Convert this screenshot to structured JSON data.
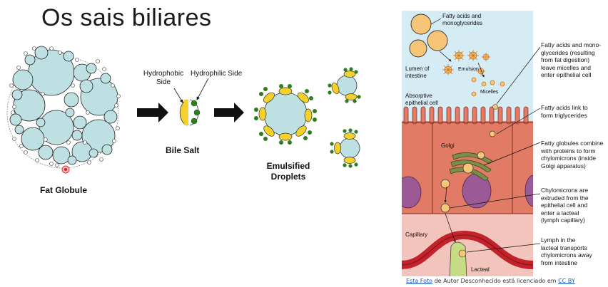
{
  "title": "Os sais biliares",
  "left": {
    "fat_globule": "Fat Globule",
    "hydrophobic": "Hydrophobic\nSide",
    "hydrophobic_l1": "Hydrophobic",
    "hydrophobic_l2": "Side",
    "hydrophilic": "Hydrophilic Side",
    "bile_salt": "Bile Salt",
    "emulsified_l1": "Emulsified",
    "emulsified_l2": "Droplets"
  },
  "right": {
    "fatty_acids_mono": [
      "Fatty acids and",
      "monoglycerides"
    ],
    "lumen": [
      "Lumen of",
      "intestine"
    ],
    "emulsion": "Emulsion",
    "micelles": "Micelles",
    "absorptive": [
      "Absorptive",
      "epithelial cell"
    ],
    "golgi": "Golgi",
    "capillary": "Capillary",
    "lacteal": "Lacteal",
    "note1": [
      "Fatty acids and mono-",
      "glycerides (resulting",
      "from fat digestion)",
      "leave micelles and",
      "enter epithelial cell"
    ],
    "note2": [
      "Fatty acids link to",
      "form triglycerides"
    ],
    "note3": [
      "Fatty globules combine",
      "with proteins to form",
      "chylomicrons (inside",
      "Golgi apparatus)"
    ],
    "note4": [
      "Chylomicrons are",
      "extruded from the",
      "epithelial cell and",
      "enter a lacteal",
      "(lymph capillary)"
    ],
    "note5": [
      "Lymph in the",
      "lacteal transports",
      "chylomicrons away",
      "from intestine"
    ]
  },
  "credit": {
    "link1": "Esta Foto",
    "mid": " de Autor Desconhecido está licenciado em ",
    "link2": "CC BY"
  },
  "colors": {
    "globule_fill": "#bfe0e3",
    "bile_yellow": "#f4d22b",
    "bile_green": "#2e7d1e",
    "lumen_bg": "#d6ecf5",
    "cell_fill": "#e27b66",
    "nucleus": "#9b5a96",
    "capillary_bg": "#f2c4bc",
    "vessel_red": "#c4222a",
    "lacteal_fill": "#c8dc86",
    "fat_drop": "#f6c577"
  }
}
